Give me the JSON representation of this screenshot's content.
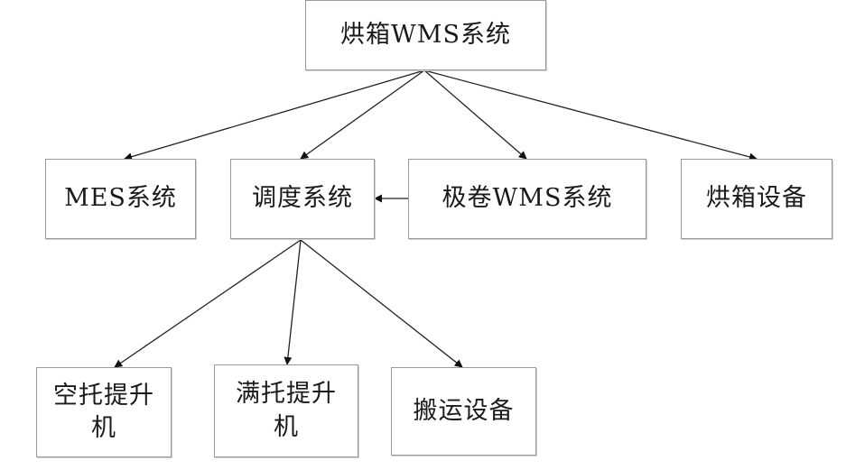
{
  "nodes": {
    "root": "烘箱WMS系统",
    "mes": "MES系统",
    "dispatch": "调度系统",
    "pole_wms": "极卷WMS系统",
    "oven": "烘箱设备",
    "empty_lift": "空托提升\n机",
    "full_lift": "满托提升\n机",
    "transport": "搬运设备"
  }
}
